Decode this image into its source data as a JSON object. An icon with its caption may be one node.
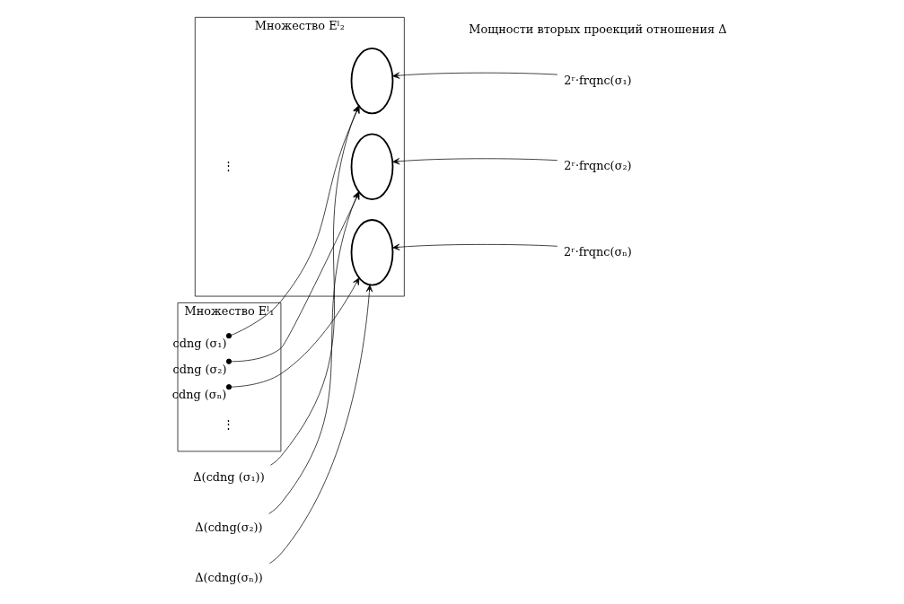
{
  "diagram": {
    "nodes": [
      {
        "text": [
          "Множество Eˡ₁"
        ]
      },
      {
        "text": [],
        "shape": "dot",
        "beside": [
          "cdng (σ₁)"
        ],
        "in": 0
      },
      {
        "text": [],
        "shape": "dot",
        "beside": [
          "cdng (σ₂)"
        ],
        "in": 0
      },
      {
        "text": [],
        "shape": "dot",
        "beside": [
          "cdng (σₙ)"
        ],
        "in": 0
      },
      {
        "text": [
          "Множество Eˡ₂"
        ]
      },
      {
        "text": [],
        "shape": "ellipse",
        "in": 4
      },
      {
        "text": [],
        "shape": "ellipse",
        "in": 4
      },
      {
        "text": [],
        "shape": "ellipse",
        "in": 4
      },
      {
        "text": [
          "Δ(cdng (σ₁))"
        ]
      },
      {
        "text": [
          "Δ(cdng(σ₂))"
        ]
      },
      {
        "text": [
          "Δ(cdng(σₙ))"
        ]
      },
      {
        "text": [
          "2ʳ·frqnc(σ₁)"
        ]
      },
      {
        "text": [
          "2ʳ·frqnc(σ₂)"
        ]
      },
      {
        "text": [
          "2ʳ·frqnc(σₙ)"
        ]
      }
    ],
    "edges": [
      {
        "from": 8,
        "to": 5,
        "arrow": "to"
      },
      {
        "from": 11,
        "to": 5,
        "arrow": "to"
      },
      {
        "from": 1,
        "to": 5,
        "arrow": "to"
      },
      {
        "from": 9,
        "to": 6,
        "arrow": "to"
      },
      {
        "from": 12,
        "to": 6,
        "arrow": "to"
      },
      {
        "from": 2,
        "to": 6,
        "arrow": "to"
      },
      {
        "from": 10,
        "to": 7,
        "arrow": "to"
      },
      {
        "from": 13,
        "to": 7,
        "arrow": "to"
      },
      {
        "from": 3,
        "to": 7,
        "arrow": "to"
      }
    ],
    "labels": [
      "Мощности вторых проекций отношения Δ",
      "⋮",
      "⋮"
    ]
  }
}
